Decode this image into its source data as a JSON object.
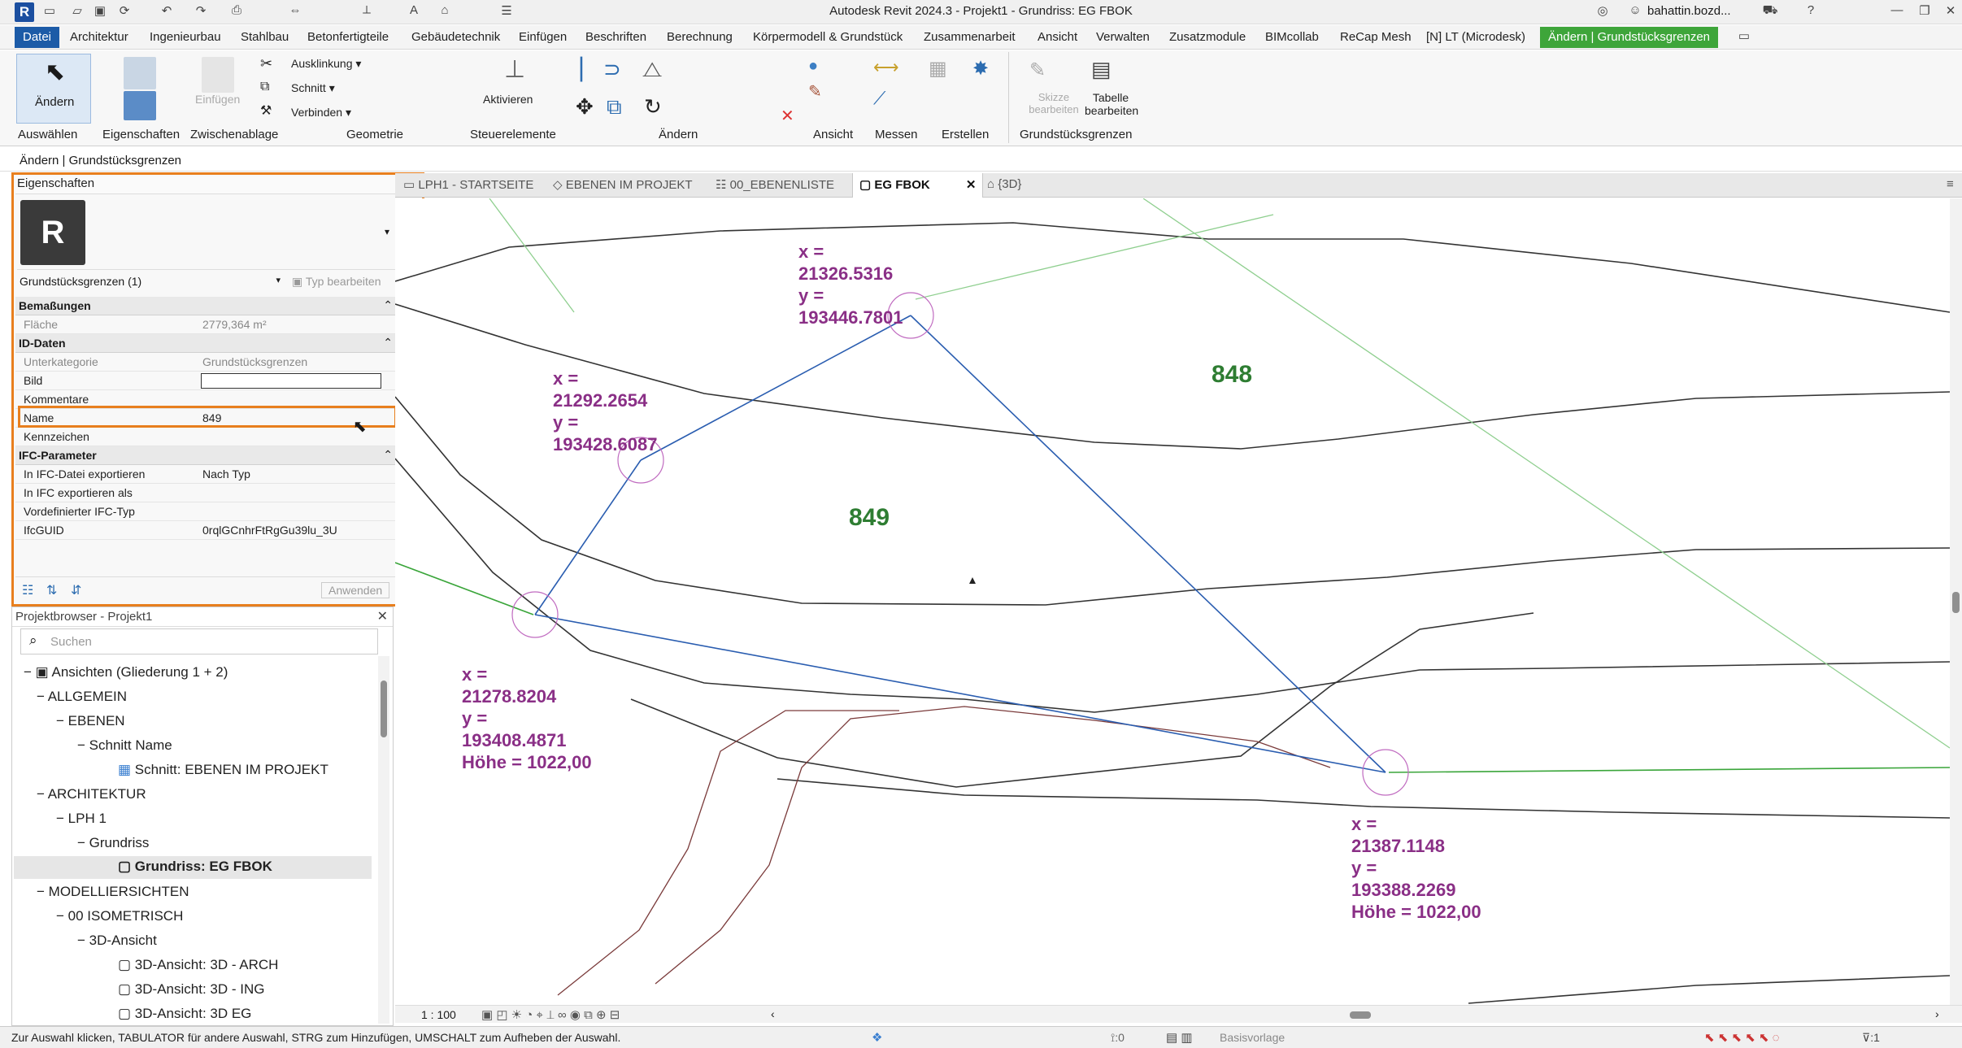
{
  "app": {
    "title": "Autodesk Revit 2024.3 - Projekt1 - Grundriss: EG FBOK",
    "user": "bahattin.bozd..."
  },
  "menu": [
    "Datei",
    "Architektur",
    "Ingenieurbau",
    "Stahlbau",
    "Betonfertigteile",
    "Gebäudetechnik",
    "Einfügen",
    "Beschriften",
    "Berechnung",
    "Körpermodell & Grundstück",
    "Zusammenarbeit",
    "Ansicht",
    "Verwalten",
    "Zusatzmodule",
    "BIMcollab",
    "ReCap Mesh",
    "[N] LT (Microdesk)",
    "Ändern | Grundstücksgrenzen"
  ],
  "ribbon": {
    "aendern": "Ändern",
    "einfuegen": "Einfügen",
    "ausklinkung": "Ausklinkung",
    "schnitt": "Schnitt",
    "verbinden": "Verbinden",
    "aktivieren": "Aktivieren",
    "skizze": "Skizze bearbeiten",
    "tabelle": "Tabelle bearbeiten",
    "groups": [
      "Auswählen",
      "Eigenschaften",
      "Zwischenablage",
      "Geometrie",
      "Steuerelemente",
      "Ändern",
      "Ansicht",
      "Messen",
      "Erstellen",
      "Grundstücksgrenzen"
    ]
  },
  "optionsbar": "Ändern | Grundstücksgrenzen",
  "properties": {
    "title": "Eigenschaften",
    "type_selector": "Grundstücksgrenzen (1)",
    "edit_type": "Typ bearbeiten",
    "sections": {
      "dims": "Bemaßungen",
      "id": "ID-Daten",
      "ifc": "IFC-Parameter"
    },
    "rows": {
      "flaeche_k": "Fläche",
      "flaeche_v": "2779,364 m²",
      "unterkat_k": "Unterkategorie",
      "unterkat_v": "Grundstücksgrenzen",
      "bild_k": "Bild",
      "komm_k": "Kommentare",
      "name_k": "Name",
      "name_v": "849",
      "kenn_k": "Kennzeichen",
      "ifcexp_k": "In IFC-Datei exportieren",
      "ifcexp_v": "Nach Typ",
      "ifcals_k": "In IFC exportieren als",
      "ifctyp_k": "Vordefinierter IFC-Typ",
      "guid_k": "IfcGUID",
      "guid_v": "0rqlGCnhrFtRgGu39lu_3U"
    },
    "apply": "Anwenden"
  },
  "browser": {
    "title": "Projektbrowser - Projekt1",
    "search_placeholder": "Suchen",
    "items": [
      "Ansichten (Gliederung 1 + 2)",
      "ALLGEMEIN",
      "EBENEN",
      "Schnitt Name",
      "Schnitt: EBENEN IM PROJEKT",
      "ARCHITEKTUR",
      "LPH 1",
      "Grundriss",
      "Grundriss: EG FBOK",
      "MODELLIERSICHTEN",
      "00 ISOMETRISCH",
      "3D-Ansicht",
      "3D-Ansicht: 3D - ARCH",
      "3D-Ansicht: 3D - ING",
      "3D-Ansicht: 3D EG"
    ]
  },
  "tabs": [
    "LPH1 - STARTSEITE",
    "EBENEN IM PROJEKT",
    "00_EBENENLISTE",
    "EG FBOK",
    "{3D}"
  ],
  "canvas": {
    "p1": "x =\n21326.5316\ny =\n193446.7801",
    "p2": "x =\n21292.2654\ny =\n193428.6087",
    "p3": "x =\n21278.8204\ny =\n193408.4871\nHöhe = 1022,00",
    "p4": "x =\n21387.1148\ny =\n193388.2269\nHöhe = 1022,00",
    "lot848": "848",
    "lot849": "849"
  },
  "viewbar": {
    "scale": "1 : 100"
  },
  "status": {
    "hint": "Zur Auswahl klicken, TABULATOR für andere Auswahl, STRG zum Hinzufügen, UMSCHALT zum Aufheben der Auswahl.",
    "worksets": ":0",
    "model": "Basisvorlage",
    "filter": ":1"
  },
  "colors": {
    "accent": "#e87f1e",
    "ctx": "#3ea53a",
    "file": "#1c5ba7",
    "label": "#8a2f86",
    "lot": "#2e7d32"
  }
}
